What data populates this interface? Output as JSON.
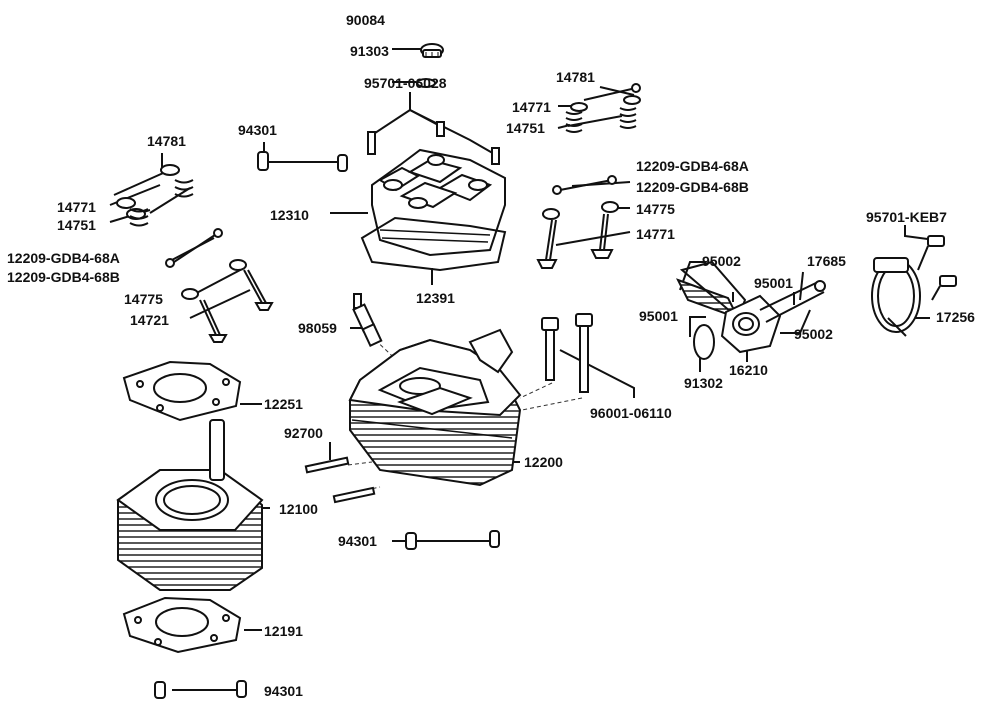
{
  "labels": {
    "p90084": "90084",
    "p91303": "91303",
    "p95701_06028": "95701-06028",
    "p14781_top": "14781",
    "p14771_top": "14771",
    "p14751_top": "14751",
    "p94301_top": "94301",
    "p14781_left": "14781",
    "p14771_left": "14771",
    "p14751_left": "14751",
    "p12310": "12310",
    "p12209_a_right": "12209-GDB4-68A",
    "p12209_b_right": "12209-GDB4-68B",
    "p14775_right": "14775",
    "p14771_right": "14771",
    "p12209_a_left": "12209-GDB4-68A",
    "p12209_b_left": "12209-GDB4-68B",
    "p14775_left": "14775",
    "p14721": "14721",
    "p12391": "12391",
    "p95701_keb7": "95701-KEB7",
    "p95002_top": "95002",
    "p17685": "17685",
    "p95001_right": "95001",
    "p95001_left": "95001",
    "p95002_right": "95002",
    "p17256": "17256",
    "p98059": "98059",
    "p91302": "91302",
    "p16210": "16210",
    "p96001_06110": "96001-06110",
    "p12251": "12251",
    "p92700": "92700",
    "p12200": "12200",
    "p12100": "12100",
    "p94301_mid": "94301",
    "p12191": "12191",
    "p94301_bottom": "94301"
  }
}
